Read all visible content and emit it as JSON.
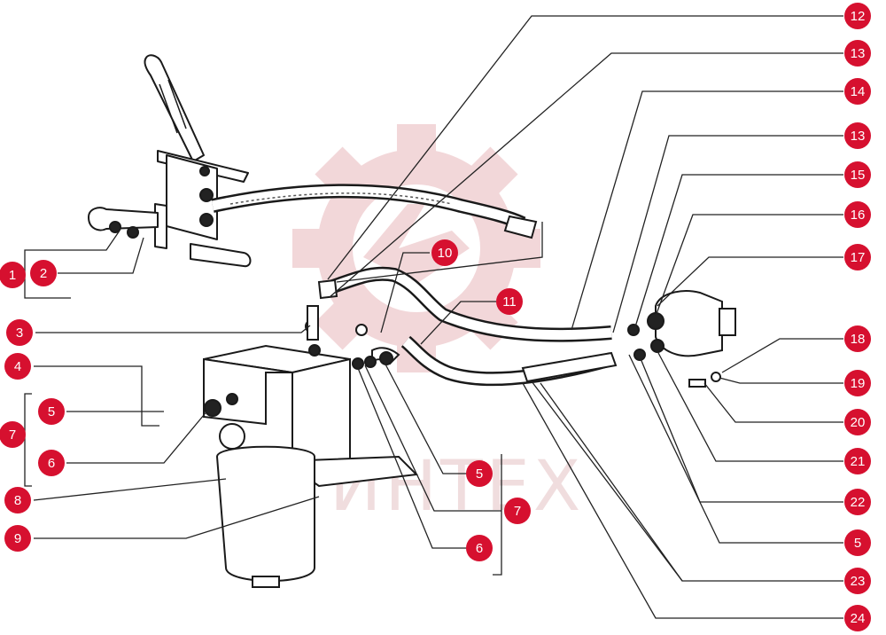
{
  "watermark": {
    "text": "ИНТЕХ",
    "color": "#e8c9cb"
  },
  "callout_color": "#d6102f",
  "line_color": "#222222",
  "callouts": {
    "c1": "1",
    "c2": "2",
    "c3": "3",
    "c4": "4",
    "c5a": "5",
    "c7a": "7",
    "c6a": "6",
    "c8": "8",
    "c9": "9",
    "c10": "10",
    "c11": "11",
    "c5b": "5",
    "c7b": "7",
    "c6b": "6",
    "c12": "12",
    "c13a": "13",
    "c14": "14",
    "c13b": "13",
    "c15": "15",
    "c16": "16",
    "c17": "17",
    "c18": "18",
    "c19": "19",
    "c20": "20",
    "c21": "21",
    "c22": "22",
    "c5c": "5",
    "c23": "23",
    "c24": "24"
  }
}
